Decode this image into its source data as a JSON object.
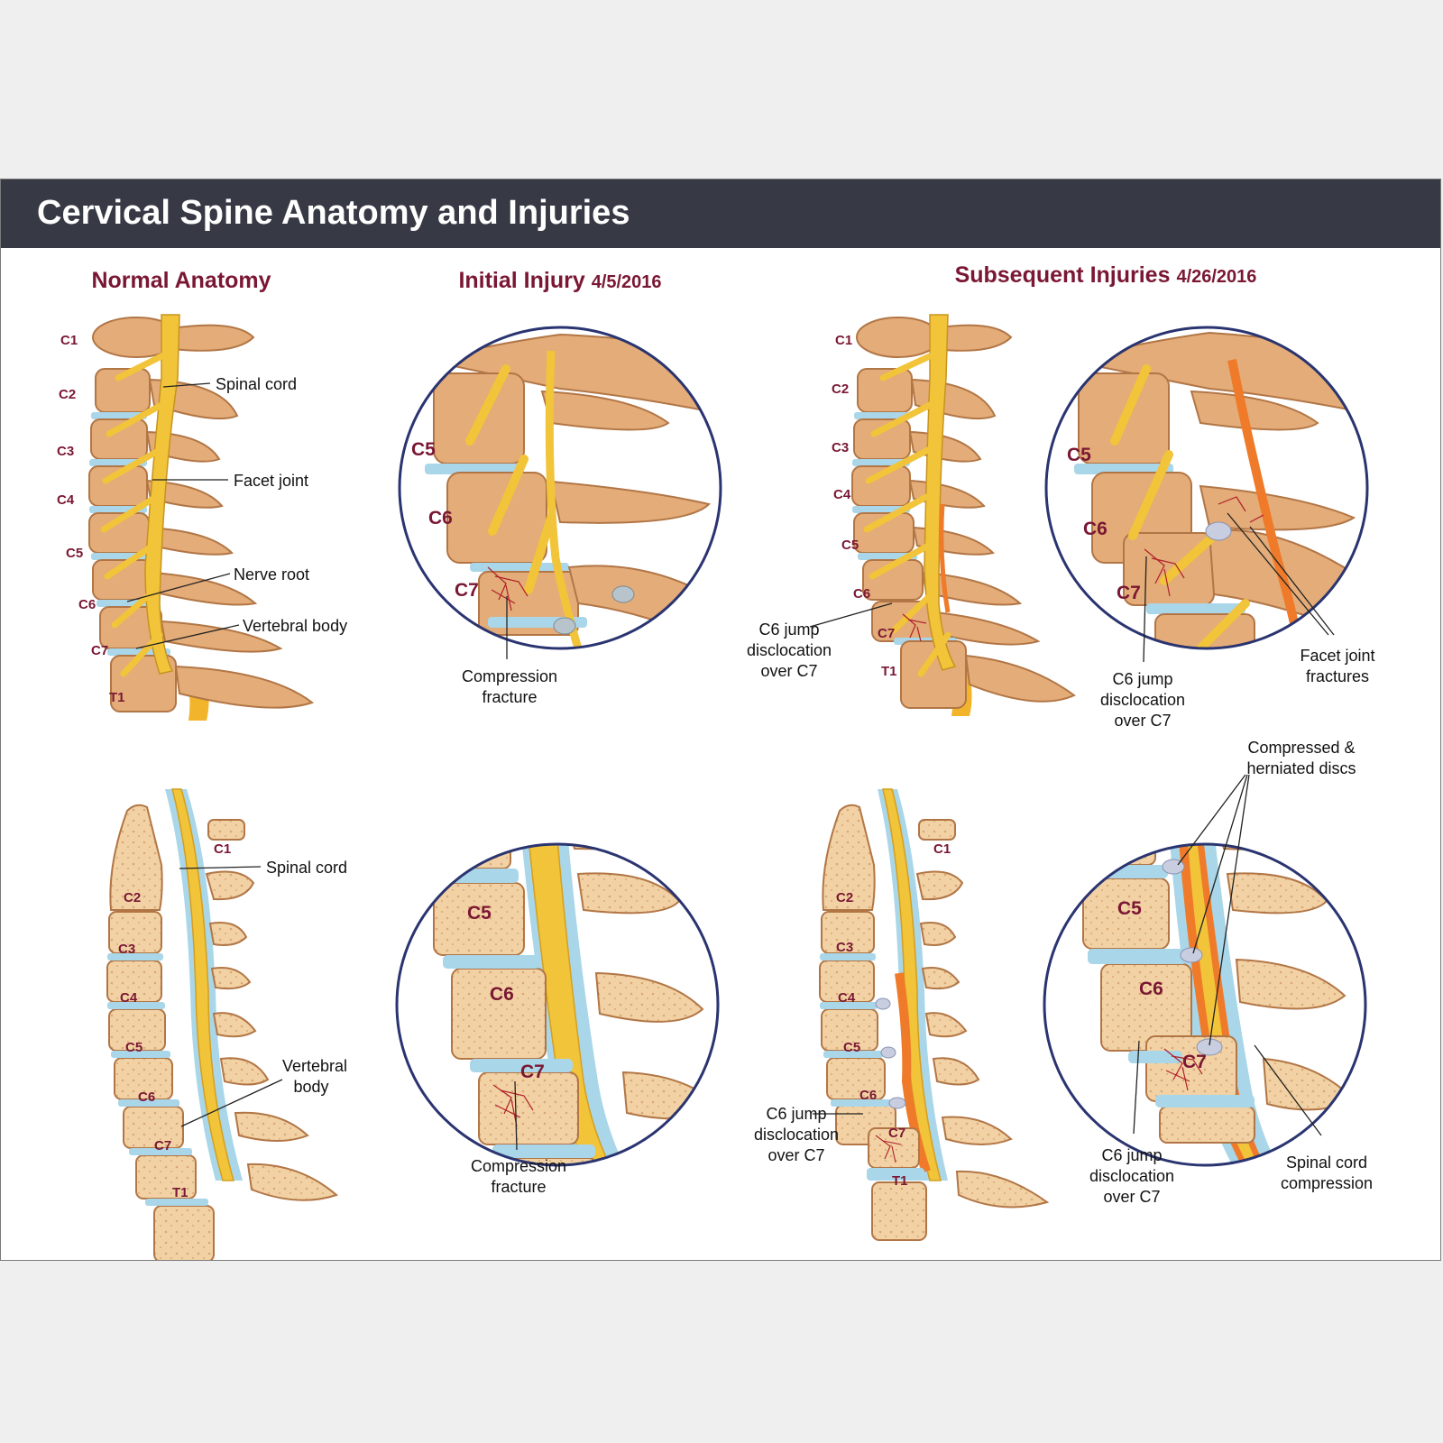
{
  "title": "Cervical Spine Anatomy and Injuries",
  "columns": {
    "normal": {
      "label": "Normal Anatomy",
      "date": ""
    },
    "initial": {
      "label": "Initial Injury",
      "date": "4/5/2016"
    },
    "subsequent": {
      "label": "Subsequent Injuries",
      "date": "4/26/2016"
    }
  },
  "vertebrae": [
    "C1",
    "C2",
    "C3",
    "C4",
    "C5",
    "C6",
    "C7",
    "T1"
  ],
  "labels": {
    "spinal_cord": "Spinal cord",
    "facet_joint": "Facet joint",
    "nerve_root": "Nerve root",
    "vertebral_body": "Vertebral body",
    "vertebral": "Vertebral",
    "body": "body",
    "compression": "Compression",
    "fracture": "fracture",
    "c6_jump": "C6 jump",
    "disclocation": "disclocation",
    "over_c7": "over C7",
    "facet_joint_l1": "Facet joint",
    "fractures": "fractures",
    "compressed_herniated_l1": "Compressed &",
    "compressed_herniated_l2": "herniated discs",
    "spinal_cord_l1": "Spinal cord",
    "compression_l2": "compression"
  },
  "colors": {
    "header_bg": "#373a44",
    "title_red": "#7a1733",
    "bone": "#e3ac78",
    "bone_dark": "#b27646",
    "cancellous": "#f2d2a4",
    "disc": "#a9d6e8",
    "cord": "#f2c43a",
    "cord_inflamed": "#ef7a2a",
    "circle_border": "#2a3470",
    "fracture": "#b0202a"
  }
}
